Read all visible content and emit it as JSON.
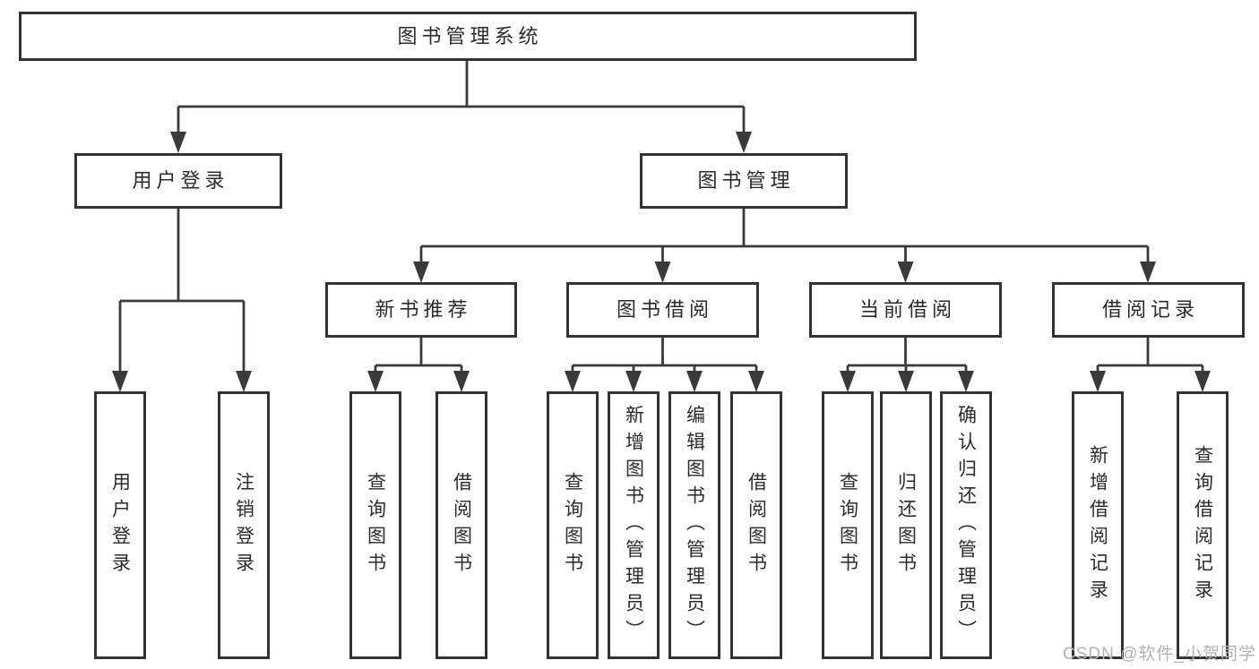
{
  "diagram": {
    "title": "图书管理系统",
    "type": "functional-structure-tree",
    "colors": {
      "background": "#ffffff",
      "line": "#3a3a3a",
      "box_border": "#333333",
      "text": "#2b2b2b",
      "watermark": "#b2b2b2"
    }
  },
  "nodes": {
    "root": {
      "label": "图书管理系统"
    },
    "user_login": {
      "label": "用户登录"
    },
    "book_management": {
      "label": "图书管理"
    },
    "new_book_recommend": {
      "label": "新书推荐"
    },
    "book_borrowing": {
      "label": "图书借阅"
    },
    "current_borrowing": {
      "label": "当前借阅"
    },
    "borrowing_records": {
      "label": "借阅记录"
    },
    "leaf_user_login": {
      "label": "用户登录"
    },
    "leaf_logout": {
      "label": "注销登录"
    },
    "leaf_search_books_1": {
      "label": "查询图书"
    },
    "leaf_borrow_books_1": {
      "label": "借阅图书"
    },
    "leaf_search_books_2": {
      "label": "查询图书"
    },
    "leaf_add_books_admin": {
      "label": "新增图书（管理员）"
    },
    "leaf_edit_books_admin": {
      "label": "编辑图书（管理员）"
    },
    "leaf_borrow_books_2": {
      "label": "借阅图书"
    },
    "leaf_search_books_3": {
      "label": "查询图书"
    },
    "leaf_return_books": {
      "label": "归还图书"
    },
    "leaf_confirm_return_admin": {
      "label": "确认归还（管理员）"
    },
    "leaf_add_borrow_record": {
      "label": "新增借阅记录"
    },
    "leaf_search_borrow_record": {
      "label": "查询借阅记录"
    }
  },
  "watermark": {
    "text": "CSDN @软件_小贺同学"
  }
}
